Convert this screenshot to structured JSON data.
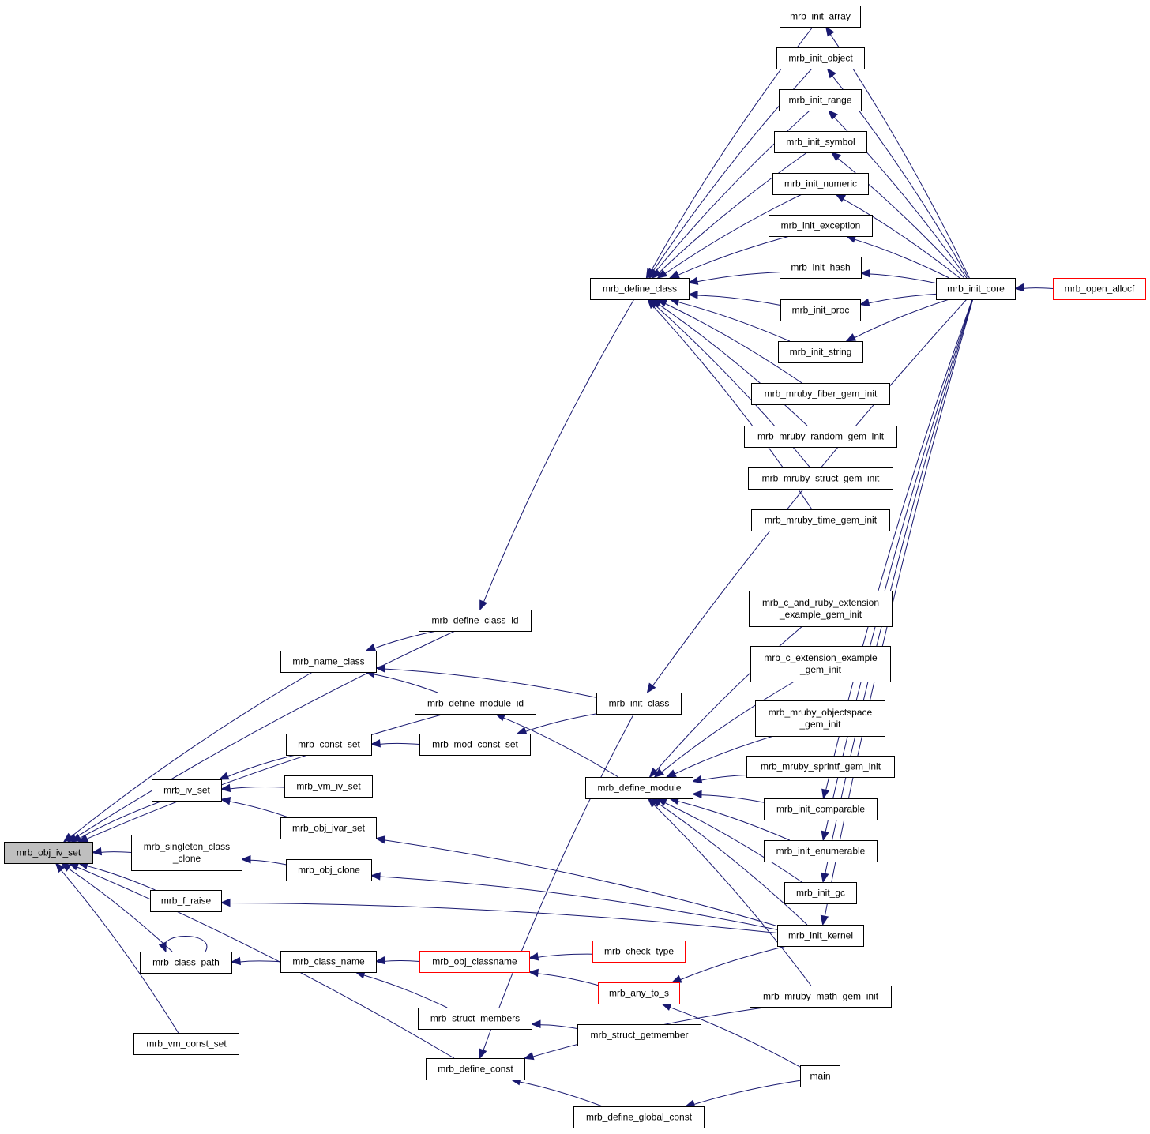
{
  "colors": {
    "edge": "#191970",
    "node_border": "#000000",
    "truncated_border": "#ff0000",
    "root_fill": "#bfbfbf",
    "background": "#ffffff"
  },
  "nodes": {
    "mrb_obj_iv_set": {
      "lines": [
        "mrb_obj_iv_set"
      ],
      "root": true
    },
    "mrb_iv_set": {
      "lines": [
        "mrb_iv_set"
      ]
    },
    "mrb_singleton_class_clone": {
      "lines": [
        "mrb_singleton_class",
        "_clone"
      ]
    },
    "mrb_f_raise": {
      "lines": [
        "mrb_f_raise"
      ]
    },
    "mrb_class_path": {
      "lines": [
        "mrb_class_path"
      ]
    },
    "mrb_vm_const_set": {
      "lines": [
        "mrb_vm_const_set"
      ]
    },
    "mrb_define_class_id": {
      "lines": [
        "mrb_define_class_id"
      ]
    },
    "mrb_name_class": {
      "lines": [
        "mrb_name_class"
      ]
    },
    "mrb_define_module_id": {
      "lines": [
        "mrb_define_module_id"
      ]
    },
    "mrb_const_set": {
      "lines": [
        "mrb_const_set"
      ]
    },
    "mrb_vm_iv_set": {
      "lines": [
        "mrb_vm_iv_set"
      ]
    },
    "mrb_obj_ivar_set": {
      "lines": [
        "mrb_obj_ivar_set"
      ]
    },
    "mrb_obj_clone": {
      "lines": [
        "mrb_obj_clone"
      ]
    },
    "mrb_class_name": {
      "lines": [
        "mrb_class_name"
      ]
    },
    "mrb_define_const": {
      "lines": [
        "mrb_define_const"
      ]
    },
    "mrb_mod_const_set": {
      "lines": [
        "mrb_mod_const_set"
      ]
    },
    "mrb_obj_classname": {
      "lines": [
        "mrb_obj_classname"
      ],
      "truncated": true
    },
    "mrb_struct_members": {
      "lines": [
        "mrb_struct_members"
      ]
    },
    "mrb_define_class": {
      "lines": [
        "mrb_define_class"
      ]
    },
    "mrb_init_class": {
      "lines": [
        "mrb_init_class"
      ]
    },
    "mrb_define_module": {
      "lines": [
        "mrb_define_module"
      ]
    },
    "mrb_check_type": {
      "lines": [
        "mrb_check_type"
      ],
      "truncated": true
    },
    "mrb_any_to_s": {
      "lines": [
        "mrb_any_to_s"
      ],
      "truncated": true
    },
    "mrb_struct_getmember": {
      "lines": [
        "mrb_struct_getmember"
      ]
    },
    "mrb_define_global_const": {
      "lines": [
        "mrb_define_global_const"
      ]
    },
    "mrb_init_array": {
      "lines": [
        "mrb_init_array"
      ]
    },
    "mrb_init_object": {
      "lines": [
        "mrb_init_object"
      ]
    },
    "mrb_init_range": {
      "lines": [
        "mrb_init_range"
      ]
    },
    "mrb_init_symbol": {
      "lines": [
        "mrb_init_symbol"
      ]
    },
    "mrb_init_numeric": {
      "lines": [
        "mrb_init_numeric"
      ]
    },
    "mrb_init_exception": {
      "lines": [
        "mrb_init_exception"
      ]
    },
    "mrb_init_hash": {
      "lines": [
        "mrb_init_hash"
      ]
    },
    "mrb_init_proc": {
      "lines": [
        "mrb_init_proc"
      ]
    },
    "mrb_init_string": {
      "lines": [
        "mrb_init_string"
      ]
    },
    "mrb_mruby_fiber_gem_init": {
      "lines": [
        "mrb_mruby_fiber_gem_init"
      ]
    },
    "mrb_mruby_random_gem_init": {
      "lines": [
        "mrb_mruby_random_gem_init"
      ]
    },
    "mrb_mruby_struct_gem_init": {
      "lines": [
        "mrb_mruby_struct_gem_init"
      ]
    },
    "mrb_mruby_time_gem_init": {
      "lines": [
        "mrb_mruby_time_gem_init"
      ]
    },
    "mrb_c_and_ruby_extension_example_gem_init": {
      "lines": [
        "mrb_c_and_ruby_extension",
        "_example_gem_init"
      ]
    },
    "mrb_c_extension_example_gem_init": {
      "lines": [
        "mrb_c_extension_example",
        "_gem_init"
      ]
    },
    "mrb_mruby_objectspace_gem_init": {
      "lines": [
        "mrb_mruby_objectspace",
        "_gem_init"
      ]
    },
    "mrb_mruby_sprintf_gem_init": {
      "lines": [
        "mrb_mruby_sprintf_gem_init"
      ]
    },
    "mrb_init_comparable": {
      "lines": [
        "mrb_init_comparable"
      ]
    },
    "mrb_init_enumerable": {
      "lines": [
        "mrb_init_enumerable"
      ]
    },
    "mrb_init_gc": {
      "lines": [
        "mrb_init_gc"
      ]
    },
    "mrb_init_kernel": {
      "lines": [
        "mrb_init_kernel"
      ]
    },
    "mrb_mruby_math_gem_init": {
      "lines": [
        "mrb_mruby_math_gem_init"
      ]
    },
    "main": {
      "lines": [
        "main"
      ]
    },
    "mrb_init_core": {
      "lines": [
        "mrb_init_core"
      ]
    },
    "mrb_open_allocf": {
      "lines": [
        "mrb_open_allocf"
      ],
      "truncated": true
    }
  },
  "edges": [
    [
      "mrb_iv_set",
      "mrb_obj_iv_set"
    ],
    [
      "mrb_singleton_class_clone",
      "mrb_obj_iv_set"
    ],
    [
      "mrb_f_raise",
      "mrb_obj_iv_set"
    ],
    [
      "mrb_class_path",
      "mrb_obj_iv_set"
    ],
    [
      "mrb_vm_const_set",
      "mrb_obj_iv_set"
    ],
    [
      "mrb_define_class_id",
      "mrb_obj_iv_set"
    ],
    [
      "mrb_name_class",
      "mrb_obj_iv_set"
    ],
    [
      "mrb_define_module_id",
      "mrb_obj_iv_set"
    ],
    [
      "mrb_define_const",
      "mrb_obj_iv_set"
    ],
    [
      "mrb_class_path",
      "mrb_class_path"
    ],
    [
      "mrb_const_set",
      "mrb_iv_set"
    ],
    [
      "mrb_vm_iv_set",
      "mrb_iv_set"
    ],
    [
      "mrb_obj_ivar_set",
      "mrb_iv_set"
    ],
    [
      "mrb_obj_clone",
      "mrb_singleton_class_clone"
    ],
    [
      "mrb_init_kernel",
      "mrb_f_raise"
    ],
    [
      "mrb_class_name",
      "mrb_class_path"
    ],
    [
      "mrb_define_class",
      "mrb_define_class_id"
    ],
    [
      "mrb_define_class_id",
      "mrb_name_class"
    ],
    [
      "mrb_init_class",
      "mrb_name_class"
    ],
    [
      "mrb_define_module_id",
      "mrb_name_class"
    ],
    [
      "mrb_define_module",
      "mrb_define_module_id"
    ],
    [
      "mrb_mod_const_set",
      "mrb_const_set"
    ],
    [
      "mrb_init_kernel",
      "mrb_obj_ivar_set"
    ],
    [
      "mrb_init_kernel",
      "mrb_obj_clone"
    ],
    [
      "mrb_obj_classname",
      "mrb_class_name"
    ],
    [
      "mrb_struct_members",
      "mrb_class_name"
    ],
    [
      "mrb_init_class",
      "mrb_define_const"
    ],
    [
      "mrb_mruby_math_gem_init",
      "mrb_define_const"
    ],
    [
      "mrb_define_global_const",
      "mrb_define_const"
    ],
    [
      "mrb_init_class",
      "mrb_mod_const_set"
    ],
    [
      "mrb_check_type",
      "mrb_obj_classname"
    ],
    [
      "mrb_any_to_s",
      "mrb_obj_classname"
    ],
    [
      "mrb_struct_getmember",
      "mrb_struct_members"
    ],
    [
      "mrb_init_array",
      "mrb_define_class"
    ],
    [
      "mrb_init_object",
      "mrb_define_class"
    ],
    [
      "mrb_init_range",
      "mrb_define_class"
    ],
    [
      "mrb_init_symbol",
      "mrb_define_class"
    ],
    [
      "mrb_init_numeric",
      "mrb_define_class"
    ],
    [
      "mrb_init_exception",
      "mrb_define_class"
    ],
    [
      "mrb_init_hash",
      "mrb_define_class"
    ],
    [
      "mrb_init_proc",
      "mrb_define_class"
    ],
    [
      "mrb_init_string",
      "mrb_define_class"
    ],
    [
      "mrb_mruby_fiber_gem_init",
      "mrb_define_class"
    ],
    [
      "mrb_mruby_random_gem_init",
      "mrb_define_class"
    ],
    [
      "mrb_mruby_struct_gem_init",
      "mrb_define_class"
    ],
    [
      "mrb_mruby_time_gem_init",
      "mrb_define_class"
    ],
    [
      "mrb_init_core",
      "mrb_init_class"
    ],
    [
      "mrb_c_and_ruby_extension_example_gem_init",
      "mrb_define_module"
    ],
    [
      "mrb_c_extension_example_gem_init",
      "mrb_define_module"
    ],
    [
      "mrb_mruby_objectspace_gem_init",
      "mrb_define_module"
    ],
    [
      "mrb_mruby_sprintf_gem_init",
      "mrb_define_module"
    ],
    [
      "mrb_init_comparable",
      "mrb_define_module"
    ],
    [
      "mrb_init_enumerable",
      "mrb_define_module"
    ],
    [
      "mrb_init_gc",
      "mrb_define_module"
    ],
    [
      "mrb_init_kernel",
      "mrb_define_module"
    ],
    [
      "mrb_mruby_math_gem_init",
      "mrb_define_module"
    ],
    [
      "mrb_init_kernel",
      "mrb_any_to_s"
    ],
    [
      "main",
      "mrb_any_to_s"
    ],
    [
      "main",
      "mrb_define_global_const"
    ],
    [
      "mrb_init_core",
      "mrb_init_array"
    ],
    [
      "mrb_init_core",
      "mrb_init_object"
    ],
    [
      "mrb_init_core",
      "mrb_init_range"
    ],
    [
      "mrb_init_core",
      "mrb_init_symbol"
    ],
    [
      "mrb_init_core",
      "mrb_init_numeric"
    ],
    [
      "mrb_init_core",
      "mrb_init_exception"
    ],
    [
      "mrb_init_core",
      "mrb_init_hash"
    ],
    [
      "mrb_init_core",
      "mrb_init_proc"
    ],
    [
      "mrb_init_core",
      "mrb_init_string"
    ],
    [
      "mrb_init_core",
      "mrb_init_comparable"
    ],
    [
      "mrb_init_core",
      "mrb_init_enumerable"
    ],
    [
      "mrb_init_core",
      "mrb_init_gc"
    ],
    [
      "mrb_init_core",
      "mrb_init_kernel"
    ],
    [
      "mrb_open_allocf",
      "mrb_init_core"
    ]
  ]
}
